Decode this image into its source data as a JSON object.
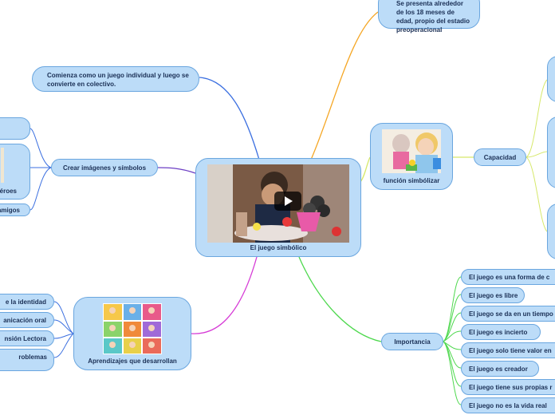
{
  "center": {
    "label": "El juego simbólico",
    "media": "video-thumbnail",
    "control": "play-icon"
  },
  "top_right": {
    "text": "Se presenta alrededor de los 18 meses de edad, propio del estadio preoperacional"
  },
  "top_left": {
    "text": "Comienza como un juego individual y luego se convierte en colectivo."
  },
  "crear": {
    "label": "Crear imágenes y símbolos",
    "children": [
      "",
      "éroes",
      "amigos"
    ]
  },
  "funcion": {
    "label": "función simbólizar",
    "image": "child-playing-photo"
  },
  "capacidad": {
    "label": "Capacidad"
  },
  "aprendizajes": {
    "label": "Aprendizajes que desarrollan",
    "image": "activity-collage",
    "children": [
      "e la identidad",
      "anicación oral",
      "nsión Lectora",
      "roblemas"
    ]
  },
  "importancia": {
    "label": "Importancia",
    "children": [
      "El juego es una forma de c",
      "El juego es libre",
      "El juego se da en un tiempo",
      "El juego es incierto",
      "El juego solo tiene valor en",
      "El juego es creador",
      "El juego tiene sus propias r",
      "El juego no es la vida real"
    ]
  },
  "colors": {
    "node_fill": "#bcdcf8",
    "node_border": "#6aa6df",
    "text": "#1a2f55",
    "line_blue": "#3b6fe0",
    "line_orange": "#f5a623",
    "line_yellowgreen": "#d6e86a",
    "line_green": "#4dd84d",
    "line_magenta": "#d63bd6",
    "line_purple": "#6d3fc4"
  }
}
